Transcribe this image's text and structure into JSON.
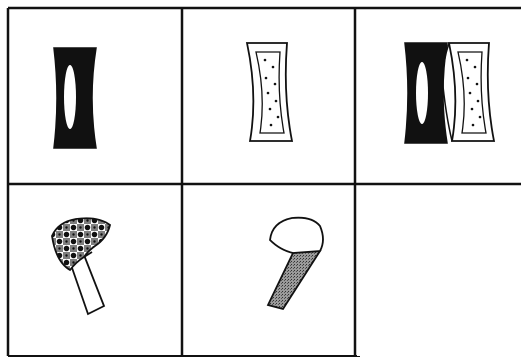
{
  "puzzle": {
    "colors": {
      "ink": "#1a1a1a",
      "paper": "#ffffff",
      "grid_line": "#111111",
      "checker_gray": "#7f7f7f",
      "shade_gray": "#8a8a8a"
    },
    "rows": [
      {
        "cells": [
          {
            "figure": "black-rectangle-with-white-oval",
            "icon": "dark-block-icon"
          },
          {
            "figure": "wavy-frame-with-dotted-fill",
            "icon": "dotted-frame-icon"
          },
          {
            "figure": "black-block-overlapping-dotted-frame",
            "icon": "combined-figure-icon"
          }
        ]
      },
      {
        "cells": [
          {
            "figure": "checkered-cap-with-white-handle",
            "icon": "checkered-handle-icon"
          },
          {
            "figure": "white-cap-with-gray-handle",
            "icon": "gray-handle-icon"
          },
          {
            "figure": "missing",
            "icon": "empty-answer-cell"
          }
        ]
      }
    ]
  }
}
